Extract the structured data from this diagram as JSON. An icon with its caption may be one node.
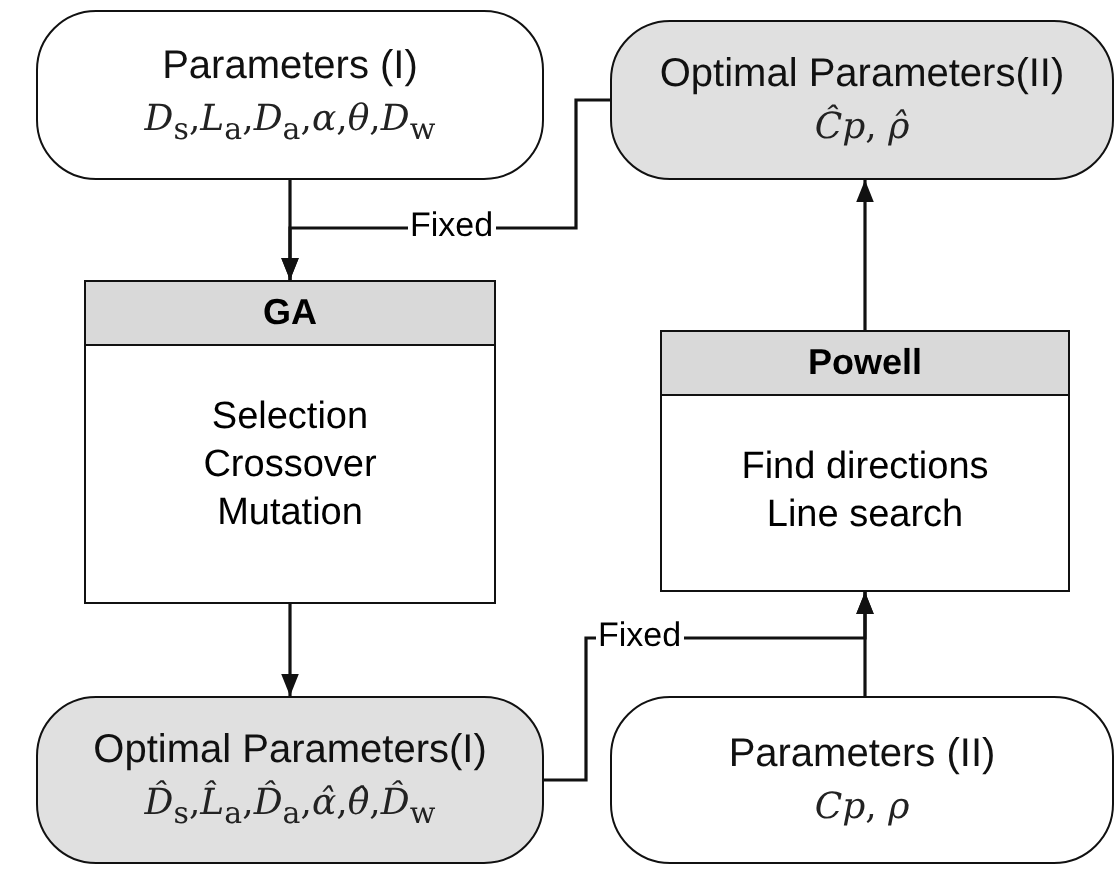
{
  "diagram": {
    "nodes": [
      {
        "text": [
          "Parameters (I)",
          "*D*$_{s}$,*L*$_{a}$,*D*$_{a}$,*α*,*θ*,*D*$_{w}$"
        ]
      },
      {
        "text": [
          "Optimal Parameters(II)",
          "*Ĉp*, *ρ̂*"
        ]
      },
      {
        "text": [
          "GA",
          "Selection Crossover Mutation"
        ]
      },
      {
        "text": [
          "Powell",
          "Find directions Line search"
        ]
      },
      {
        "text": [
          "Optimal Parameters(I)",
          "*D̂*$_{s}$,*L̂*$_{a}$,*D̂*$_{a}$,*α̂*,*θ̂*,*D̂*$_{w}$"
        ]
      },
      {
        "text": [
          "Parameters (II)",
          "*Cp*, *ρ*"
        ]
      }
    ],
    "edges": [
      {
        "from": 0,
        "to": 2,
        "arrow": "to"
      },
      {
        "from": 1,
        "to": 2,
        "arrow": "to",
        "label": "Fixed"
      },
      {
        "from": 2,
        "to": 4,
        "arrow": "to"
      },
      {
        "from": 4,
        "to": 3,
        "arrow": "to",
        "label": "Fixed"
      },
      {
        "from": 5,
        "to": 3,
        "arrow": "to"
      },
      {
        "from": 3,
        "to": 1,
        "arrow": "to"
      }
    ]
  }
}
